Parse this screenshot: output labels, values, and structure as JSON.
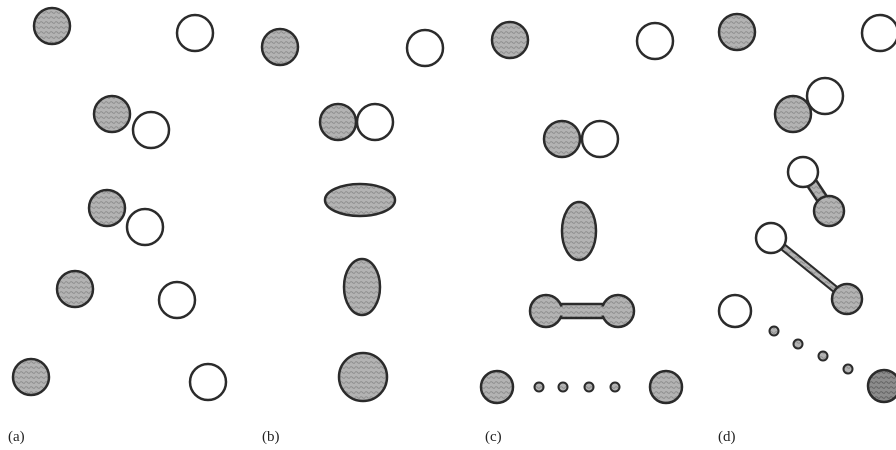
{
  "figure": {
    "panels": [
      {
        "label": "(a)"
      },
      {
        "label": "(b)"
      },
      {
        "label": "(c)"
      },
      {
        "label": "(d)"
      }
    ]
  },
  "colors": {
    "background": "#ffffff",
    "outline": "#2b2b2b",
    "shaded_fill": "#a9a9a9",
    "shaded_fill_dark": "#7d7d7d",
    "open_fill": "#ffffff"
  }
}
